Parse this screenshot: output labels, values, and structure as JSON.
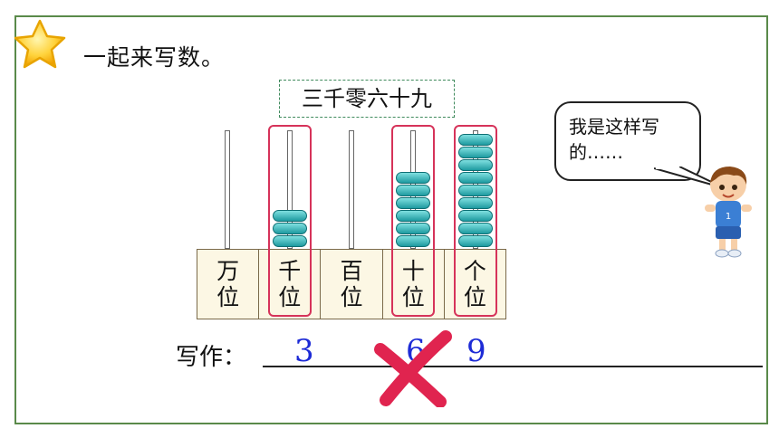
{
  "prompt": "一起来写数。",
  "number_words": "三千零六十九",
  "speech_bubble": "我是这样写的……",
  "abacus": {
    "columns": [
      {
        "label": "万位",
        "beads": 0,
        "highlighted": false
      },
      {
        "label": "千位",
        "beads": 3,
        "highlighted": true
      },
      {
        "label": "百位",
        "beads": 0,
        "highlighted": false
      },
      {
        "label": "十位",
        "beads": 6,
        "highlighted": true
      },
      {
        "label": "个位",
        "beads": 9,
        "highlighted": true
      }
    ]
  },
  "write": {
    "label": "写作：",
    "digits": [
      "3",
      "6",
      "9"
    ]
  },
  "colors": {
    "frame": "#5a8a4a",
    "highlight": "#d6335a",
    "bead": "#1e9aa0",
    "answer_digits": "#1d2bd6",
    "cross": "#e0244f"
  }
}
